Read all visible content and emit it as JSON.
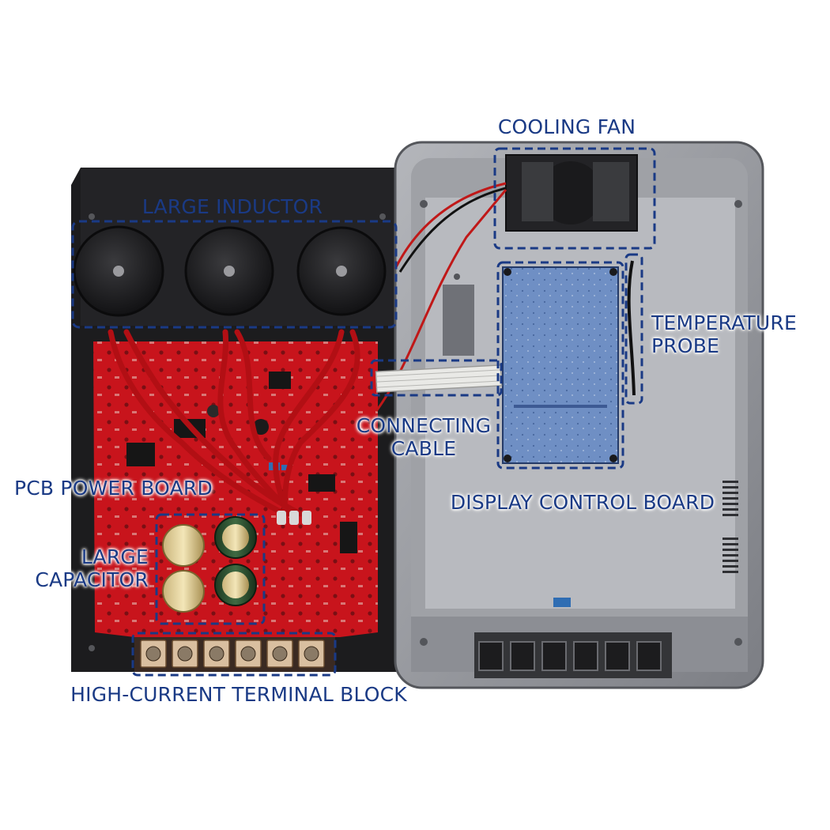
{
  "labels": {
    "cooling_fan": "COOLING FAN",
    "large_inductor": "LARGE INDUCTOR",
    "temperature_probe": [
      "TEMPERATURE",
      "PROBE"
    ],
    "connecting_cable": [
      "CONNECTING",
      "CABLE"
    ],
    "pcb_power_board": "PCB POWER BOARD",
    "display_control_board": "DISPLAY CONTROL BOARD",
    "large_capacitor": [
      "LARGE",
      "CAPACITOR"
    ],
    "terminal_block": "HIGH-CURRENT TERMINAL BLOCK"
  },
  "colors": {
    "label_text": "#1a3a85",
    "callout_dash": "#1a3a85",
    "pcb_red": "#c8141c",
    "enclosure_black": "#1c1c1e",
    "housing_grey": "#8e9096",
    "display_board_blue": "#6f8fc4"
  }
}
